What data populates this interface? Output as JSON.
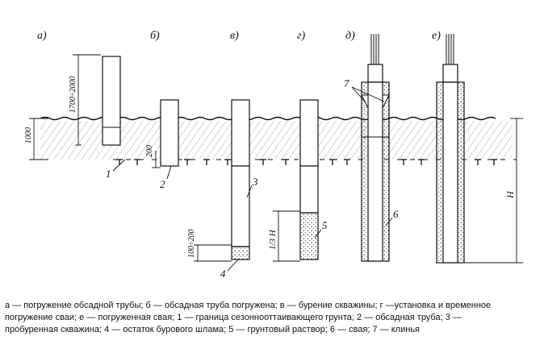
{
  "panels": [
    {
      "id": "a",
      "label": "а)"
    },
    {
      "id": "b",
      "label": "б)"
    },
    {
      "id": "c",
      "label": "в)"
    },
    {
      "id": "d",
      "label": "г)"
    },
    {
      "id": "e",
      "label": "д)"
    },
    {
      "id": "f",
      "label": "е)"
    }
  ],
  "dimensions": {
    "d1700": "1700÷2000",
    "d1000": "1000",
    "d200": "200",
    "d100": "100÷200",
    "dthird": "1/3 H",
    "dH": "H"
  },
  "callouts": [
    "1",
    "2",
    "3",
    "4",
    "5",
    "6",
    "7"
  ],
  "caption": {
    "line1": "а — погружение обсадной трубы; б — обсадная труба погружена; в — бурение скважины; г —установка и временное",
    "line2": "погружение сваи; е — погруженная свая; 1 — граница сезоннооттаивающего грунта; 2 — обсадная труба; 3 —",
    "line3": "пробуренная скважина; 4 — остаток бурового шлама; 5 — грунтовый раствор; 6 — свая; 7 — клинья"
  },
  "colors": {
    "ink": "#111111",
    "background": "#ffffff"
  }
}
